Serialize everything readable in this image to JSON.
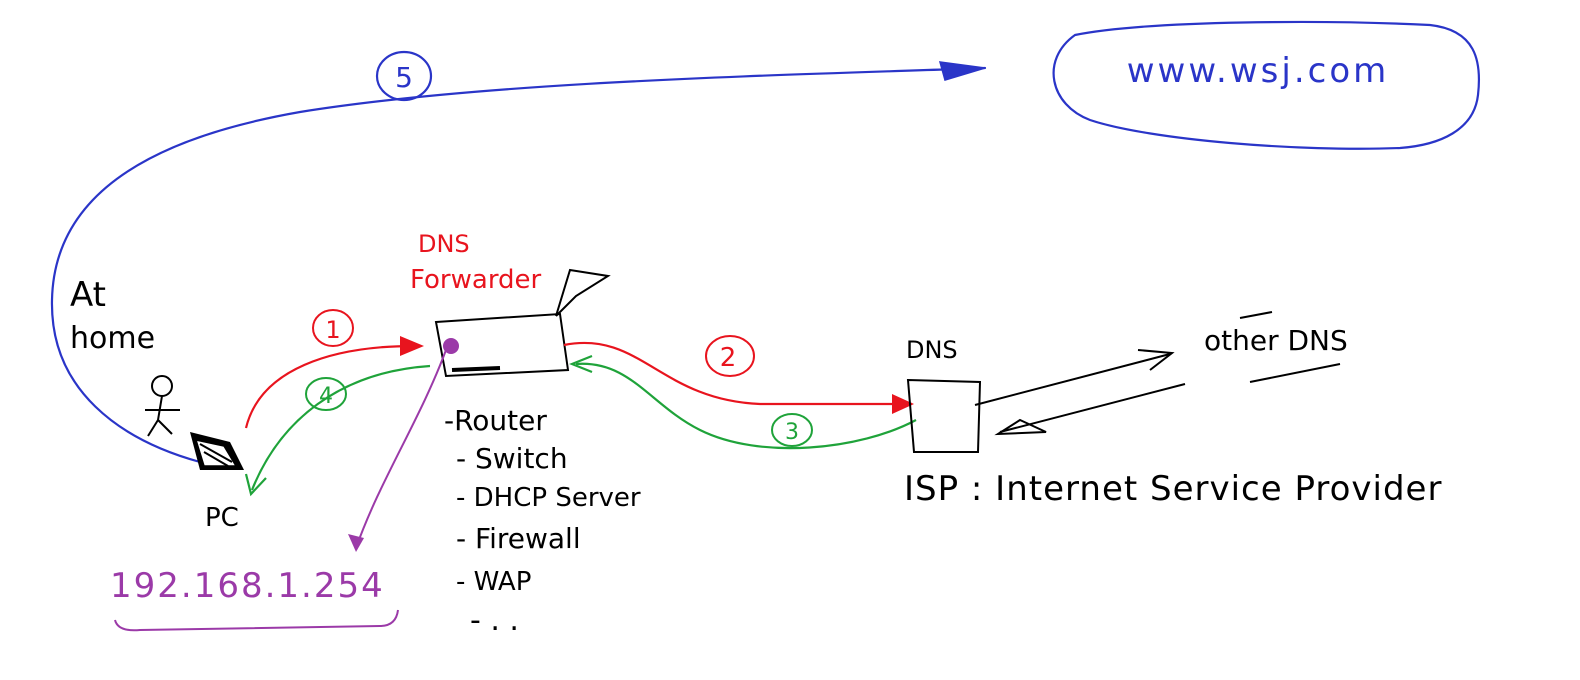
{
  "colors": {
    "ink": "#000000",
    "blue": "#2a35c8",
    "red": "#e8141e",
    "green": "#1fa33a",
    "purple": "#9b3aa8"
  },
  "labels": {
    "website": "www.wsj.com",
    "at": "At",
    "home": "home",
    "pc": "PC",
    "ip": "192.168.1.254",
    "dns_forwarder_1": "DNS",
    "dns_forwarder_2": "Forwarder",
    "dns": "DNS",
    "other_dns": "other DNS",
    "isp": "ISP : Internet Service Provider",
    "router_items": [
      "-Router",
      "- Switch",
      "- DHCP Server",
      "- Firewall",
      "- WAP",
      "-  . ."
    ]
  },
  "steps": [
    "5",
    "1",
    "2",
    "3",
    "4"
  ],
  "icons": [
    "person-icon",
    "pc-icon",
    "router-box-icon",
    "dns-server-box-icon",
    "antenna-icon"
  ]
}
